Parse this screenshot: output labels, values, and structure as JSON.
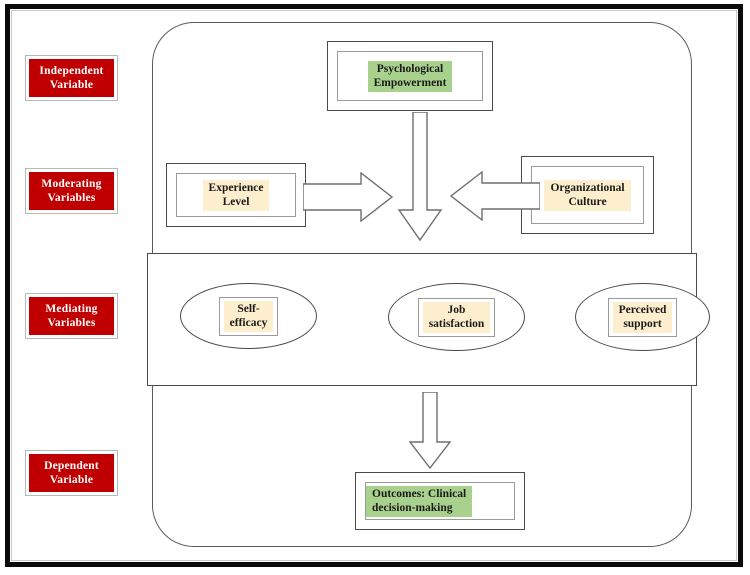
{
  "figure": {
    "type": "conceptual-framework-diagram",
    "colors": {
      "role_label_fill": "#c00000",
      "role_label_text": "#ffffff",
      "highlight_green": "#a9d18e",
      "highlight_cream": "#fdeecd",
      "node_border": "#4a4a4a",
      "frame": "#0a0a0a"
    }
  },
  "role_labels": [
    {
      "id": "independent",
      "line1": "Independent",
      "line2": "Variable"
    },
    {
      "id": "moderating",
      "line1": "Moderating",
      "line2": "Variables"
    },
    {
      "id": "mediating",
      "line1": "Mediating",
      "line2": "Variables"
    },
    {
      "id": "dependent",
      "line1": "Dependent",
      "line2": "Variable"
    }
  ],
  "nodes": {
    "independent": {
      "line1": "Psychological",
      "line2": "Empowerment",
      "highlight": "green"
    },
    "moderators": [
      {
        "id": "experience-level",
        "line1": "Experience",
        "line2": "Level",
        "highlight": "cream"
      },
      {
        "id": "org-culture",
        "line1": "Organizational",
        "line2": "Culture",
        "highlight": "cream"
      }
    ],
    "mediators": [
      {
        "id": "self-efficacy",
        "line1": "Self-",
        "line2": "efficacy",
        "highlight": "cream"
      },
      {
        "id": "job-satisfaction",
        "line1": "Job",
        "line2": "satisfaction",
        "highlight": "cream"
      },
      {
        "id": "perceived-support",
        "line1": "Perceived",
        "line2": "support",
        "highlight": "cream"
      }
    ],
    "dependent": {
      "line1": "Outcomes: Clinical",
      "line2": "decision-making",
      "highlight": "green"
    }
  },
  "arrows": [
    {
      "id": "psych-to-mediators",
      "direction": "down",
      "style": "hollow-block"
    },
    {
      "id": "mediators-to-outcome",
      "direction": "down",
      "style": "hollow-block"
    },
    {
      "id": "experience-right",
      "direction": "right",
      "style": "hollow-block"
    },
    {
      "id": "culture-left",
      "direction": "left",
      "style": "hollow-block"
    }
  ]
}
